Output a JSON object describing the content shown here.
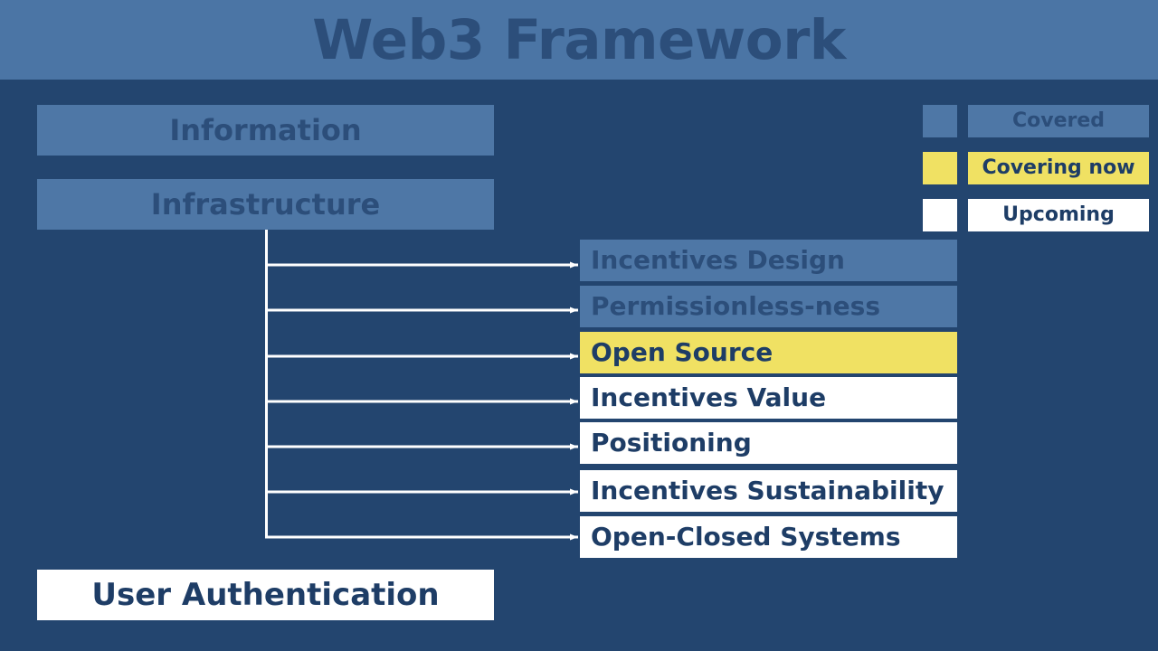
{
  "header": {
    "title": "Web3 Framework",
    "banner_color": "#4b75a5",
    "title_color": "#2c4e7a"
  },
  "theme": {
    "background": "#23456f",
    "covered_fill": "#4e77a6",
    "covered_text": "#2c4e7a",
    "covering_now_fill": "#f0e163",
    "covering_now_text": "#1e3d66",
    "upcoming_fill": "#ffffff",
    "upcoming_text": "#1e3d66",
    "connector_color": "#ffffff"
  },
  "legend": {
    "items": [
      {
        "label": "Covered",
        "status": "covered",
        "swatch_color": "#4e77a6"
      },
      {
        "label": "Covering now",
        "status": "now",
        "swatch_color": "#f0e163"
      },
      {
        "label": "Upcoming",
        "status": "upcoming",
        "swatch_color": "#ffffff"
      }
    ]
  },
  "left_column": {
    "items": [
      {
        "label": "Information",
        "status": "covered"
      },
      {
        "label": "Infrastructure",
        "status": "covered"
      }
    ],
    "footer_item": {
      "label": "User Authentication",
      "status": "upcoming"
    }
  },
  "right_column": {
    "items": [
      {
        "label": "Incentives Design",
        "status": "covered"
      },
      {
        "label": "Permissionless-ness",
        "status": "covered"
      },
      {
        "label": "Open Source",
        "status": "now"
      },
      {
        "label": "Incentives Value",
        "status": "upcoming"
      },
      {
        "label": "Positioning",
        "status": "upcoming"
      },
      {
        "label": "Incentives Sustainability",
        "status": "upcoming"
      },
      {
        "label": "Open-Closed Systems",
        "status": "upcoming"
      }
    ]
  },
  "connections": {
    "source": "Infrastructure",
    "targets": [
      "Incentives Design",
      "Permissionless-ness",
      "Open Source",
      "Incentives Value",
      "Positioning",
      "Incentives Sustainability",
      "Open-Closed Systems"
    ]
  }
}
